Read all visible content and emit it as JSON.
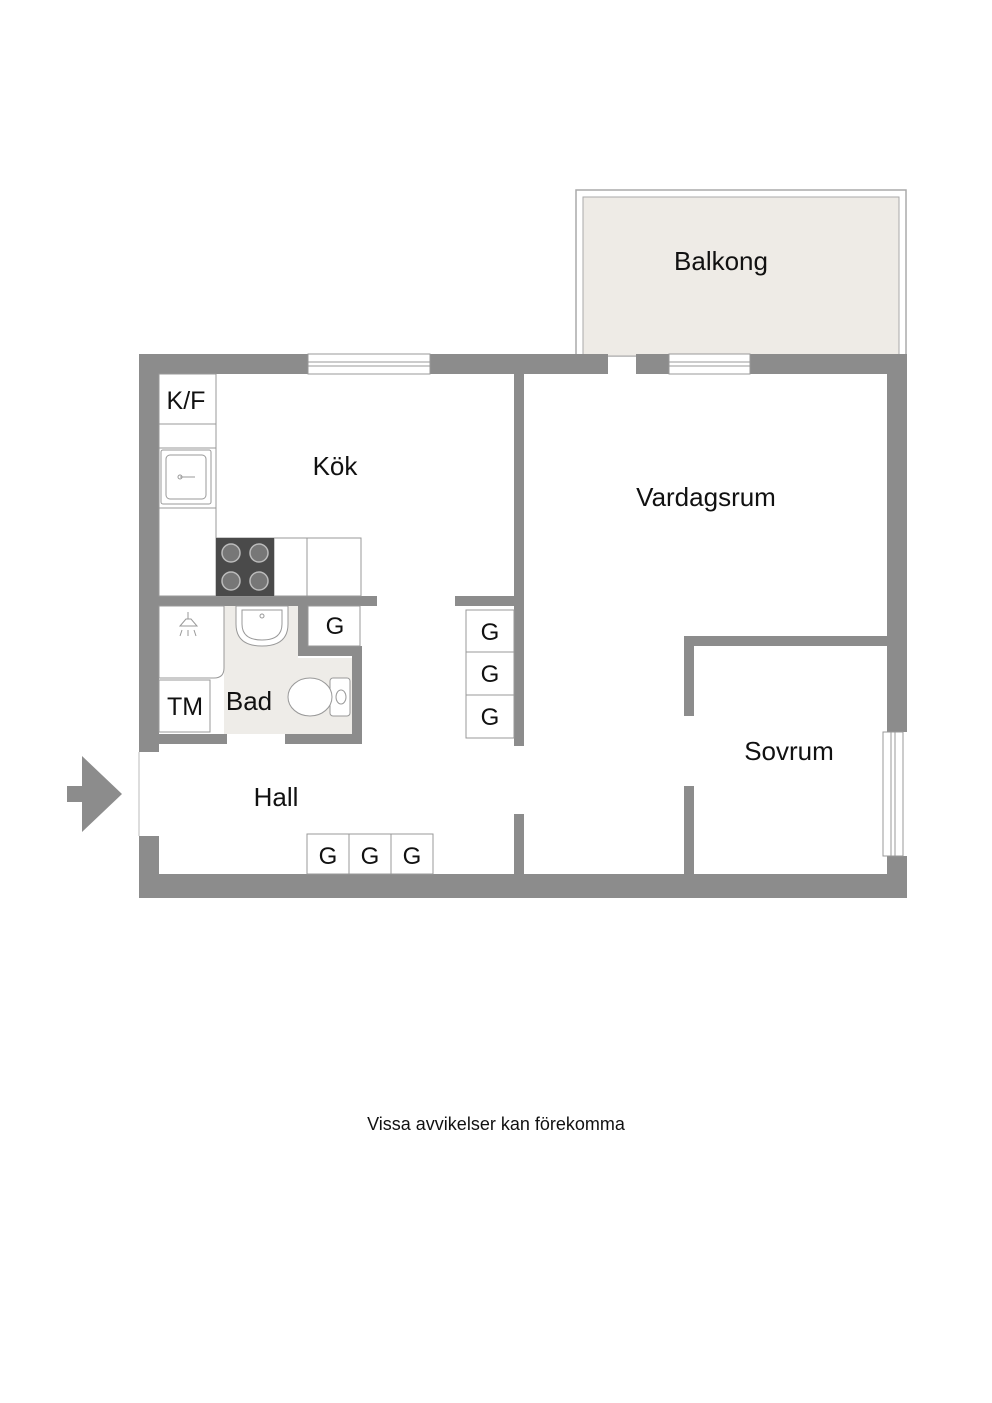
{
  "rooms": {
    "balcony": "Balkong",
    "kitchen": "Kök",
    "living": "Vardagsrum",
    "bath": "Bad",
    "hall": "Hall",
    "bedroom": "Sovrum"
  },
  "fixtures": {
    "fridge_freezer": "K/F",
    "washer": "TM",
    "wardrobe": "G"
  },
  "footnote": "Vissa avvikelser kan förekomma",
  "colors": {
    "wall": "#8c8c8c",
    "floor_wet": "#eeece8",
    "balcony_floor": "#eeebe6",
    "stove": "#4a4a4a",
    "line": "#999999"
  }
}
